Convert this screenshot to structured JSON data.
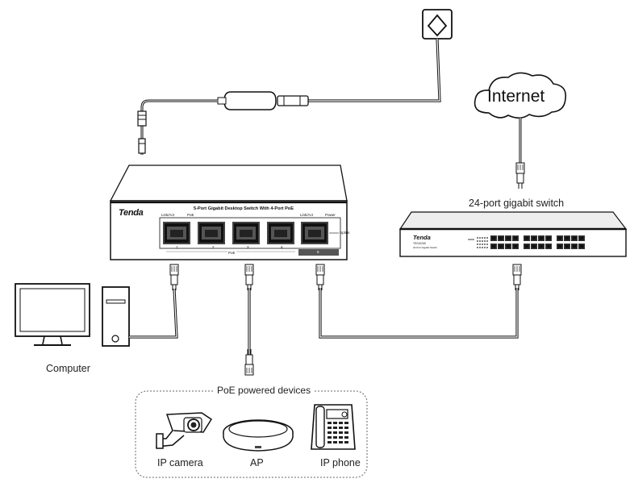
{
  "cloud_label": "Internet",
  "switch24": {
    "label": "24-port gigabit switch",
    "brand": "Tenda",
    "model": "TEG1024D",
    "description": "24-Port Gigabit Switch"
  },
  "switch5": {
    "brand": "Tenda",
    "title": "5-Port Gigabit Desktop Switch With 4-Port PoE",
    "link_act_left": "Link/Act",
    "poe_led": "PoE",
    "link_act_right": "Link/Act",
    "power_led": "Power",
    "uplink_label": "Uplink",
    "port_numbers": [
      "1",
      "2",
      "3",
      "4",
      "5"
    ],
    "poe_group_label": "PoE"
  },
  "computer_label": "Computer",
  "poe_devices": {
    "title": "PoE powered devices",
    "camera_label": "IP camera",
    "ap_label": "AP",
    "phone_label": "IP phone"
  }
}
